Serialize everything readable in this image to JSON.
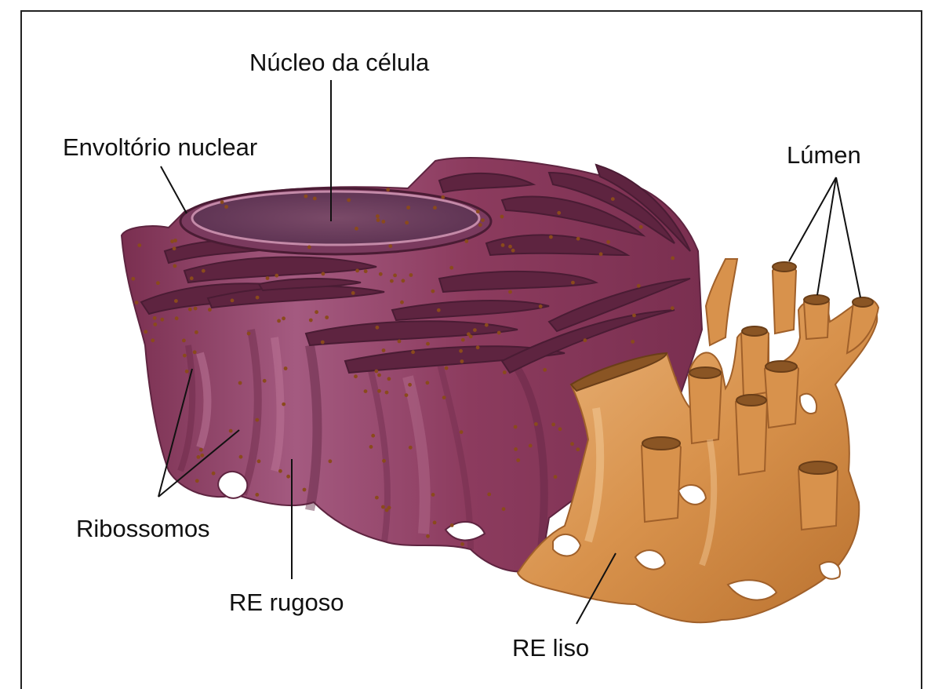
{
  "labels": {
    "nucleus": "Núcleo da célula",
    "nuclear_envelope": "Envoltório nuclear",
    "lumen": "Lúmen",
    "ribosomes": "Ribossomos",
    "rough_er": "RE rugoso",
    "smooth_er": "RE liso"
  },
  "colors": {
    "rough_er_fill": "#8c3b5e",
    "rough_er_dark": "#5e2440",
    "rough_er_light": "#b5688a",
    "ribosome_dots": "#8a4a1c",
    "smooth_er_fill": "#d8924c",
    "smooth_er_dark": "#a0602a",
    "smooth_er_light": "#eab57c",
    "leader_lines": "#111111",
    "frame": "#222222"
  }
}
